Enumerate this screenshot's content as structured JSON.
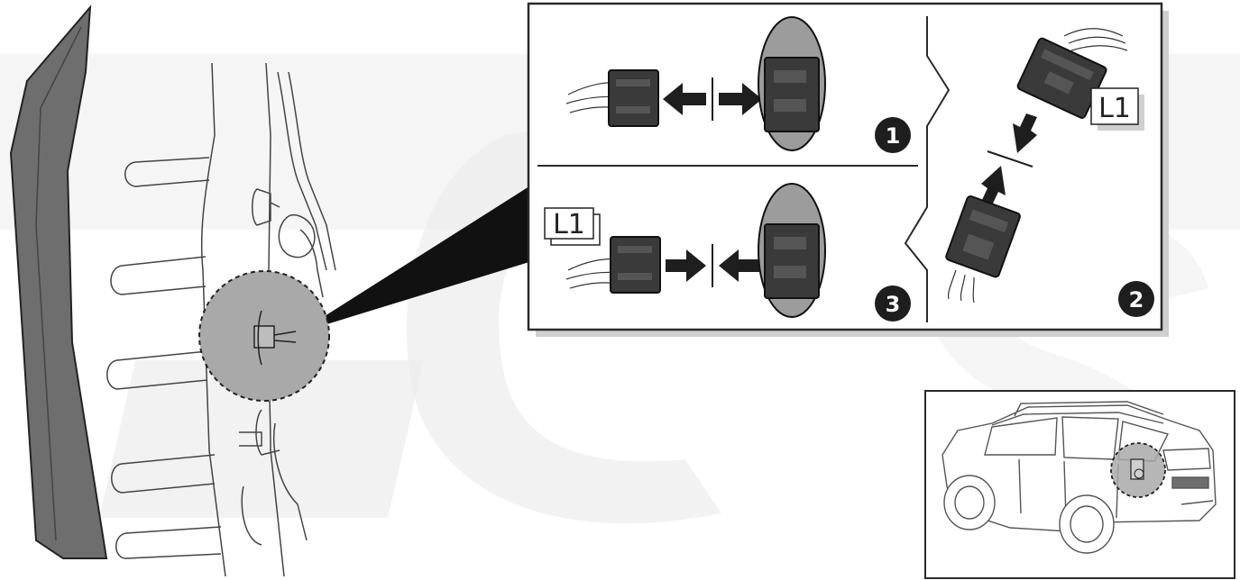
{
  "diagram": {
    "connector_label_top": "L1",
    "connector_label_left": "L1",
    "steps": {
      "one": "1",
      "two": "2",
      "three": "3"
    }
  },
  "colors": {
    "watermark": "#ececec",
    "panel_border": "#2a2a2a",
    "step_badge": "#1e1e1e",
    "connector": "#3a3a3a",
    "highlight": "#a9a9a9",
    "pillar": "#6e6e6e"
  },
  "icons": [
    "arrow-left-icon",
    "arrow-right-icon",
    "arrow-down-icon",
    "arrow-up-icon",
    "connector-icon",
    "car-icon"
  ]
}
